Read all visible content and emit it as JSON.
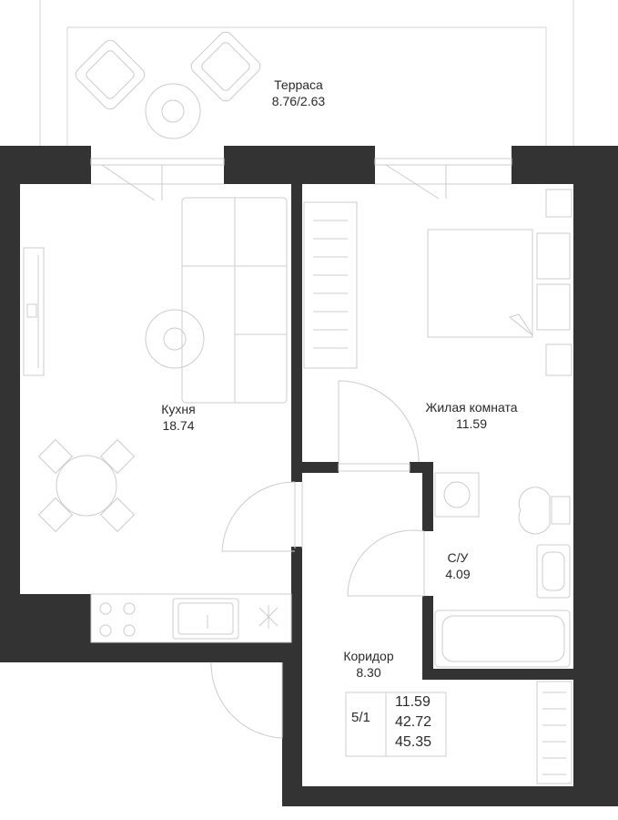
{
  "rooms": {
    "terrace": {
      "name": "Терраса",
      "area": "8.76/2.63"
    },
    "kitchen": {
      "name": "Кухня",
      "area": "18.74"
    },
    "living": {
      "name": "Жилая комната",
      "area": "11.59"
    },
    "bathroom": {
      "name": "С/У",
      "area": "4.09"
    },
    "corridor": {
      "name": "Коридор",
      "area": "8.30"
    }
  },
  "summary": {
    "floor_fraction": "5/1",
    "areas": [
      "11.59",
      "42.72",
      "45.35"
    ]
  },
  "colors": {
    "wall": "#333333",
    "line": "#cfcfcf",
    "text": "#2a2a2a"
  }
}
